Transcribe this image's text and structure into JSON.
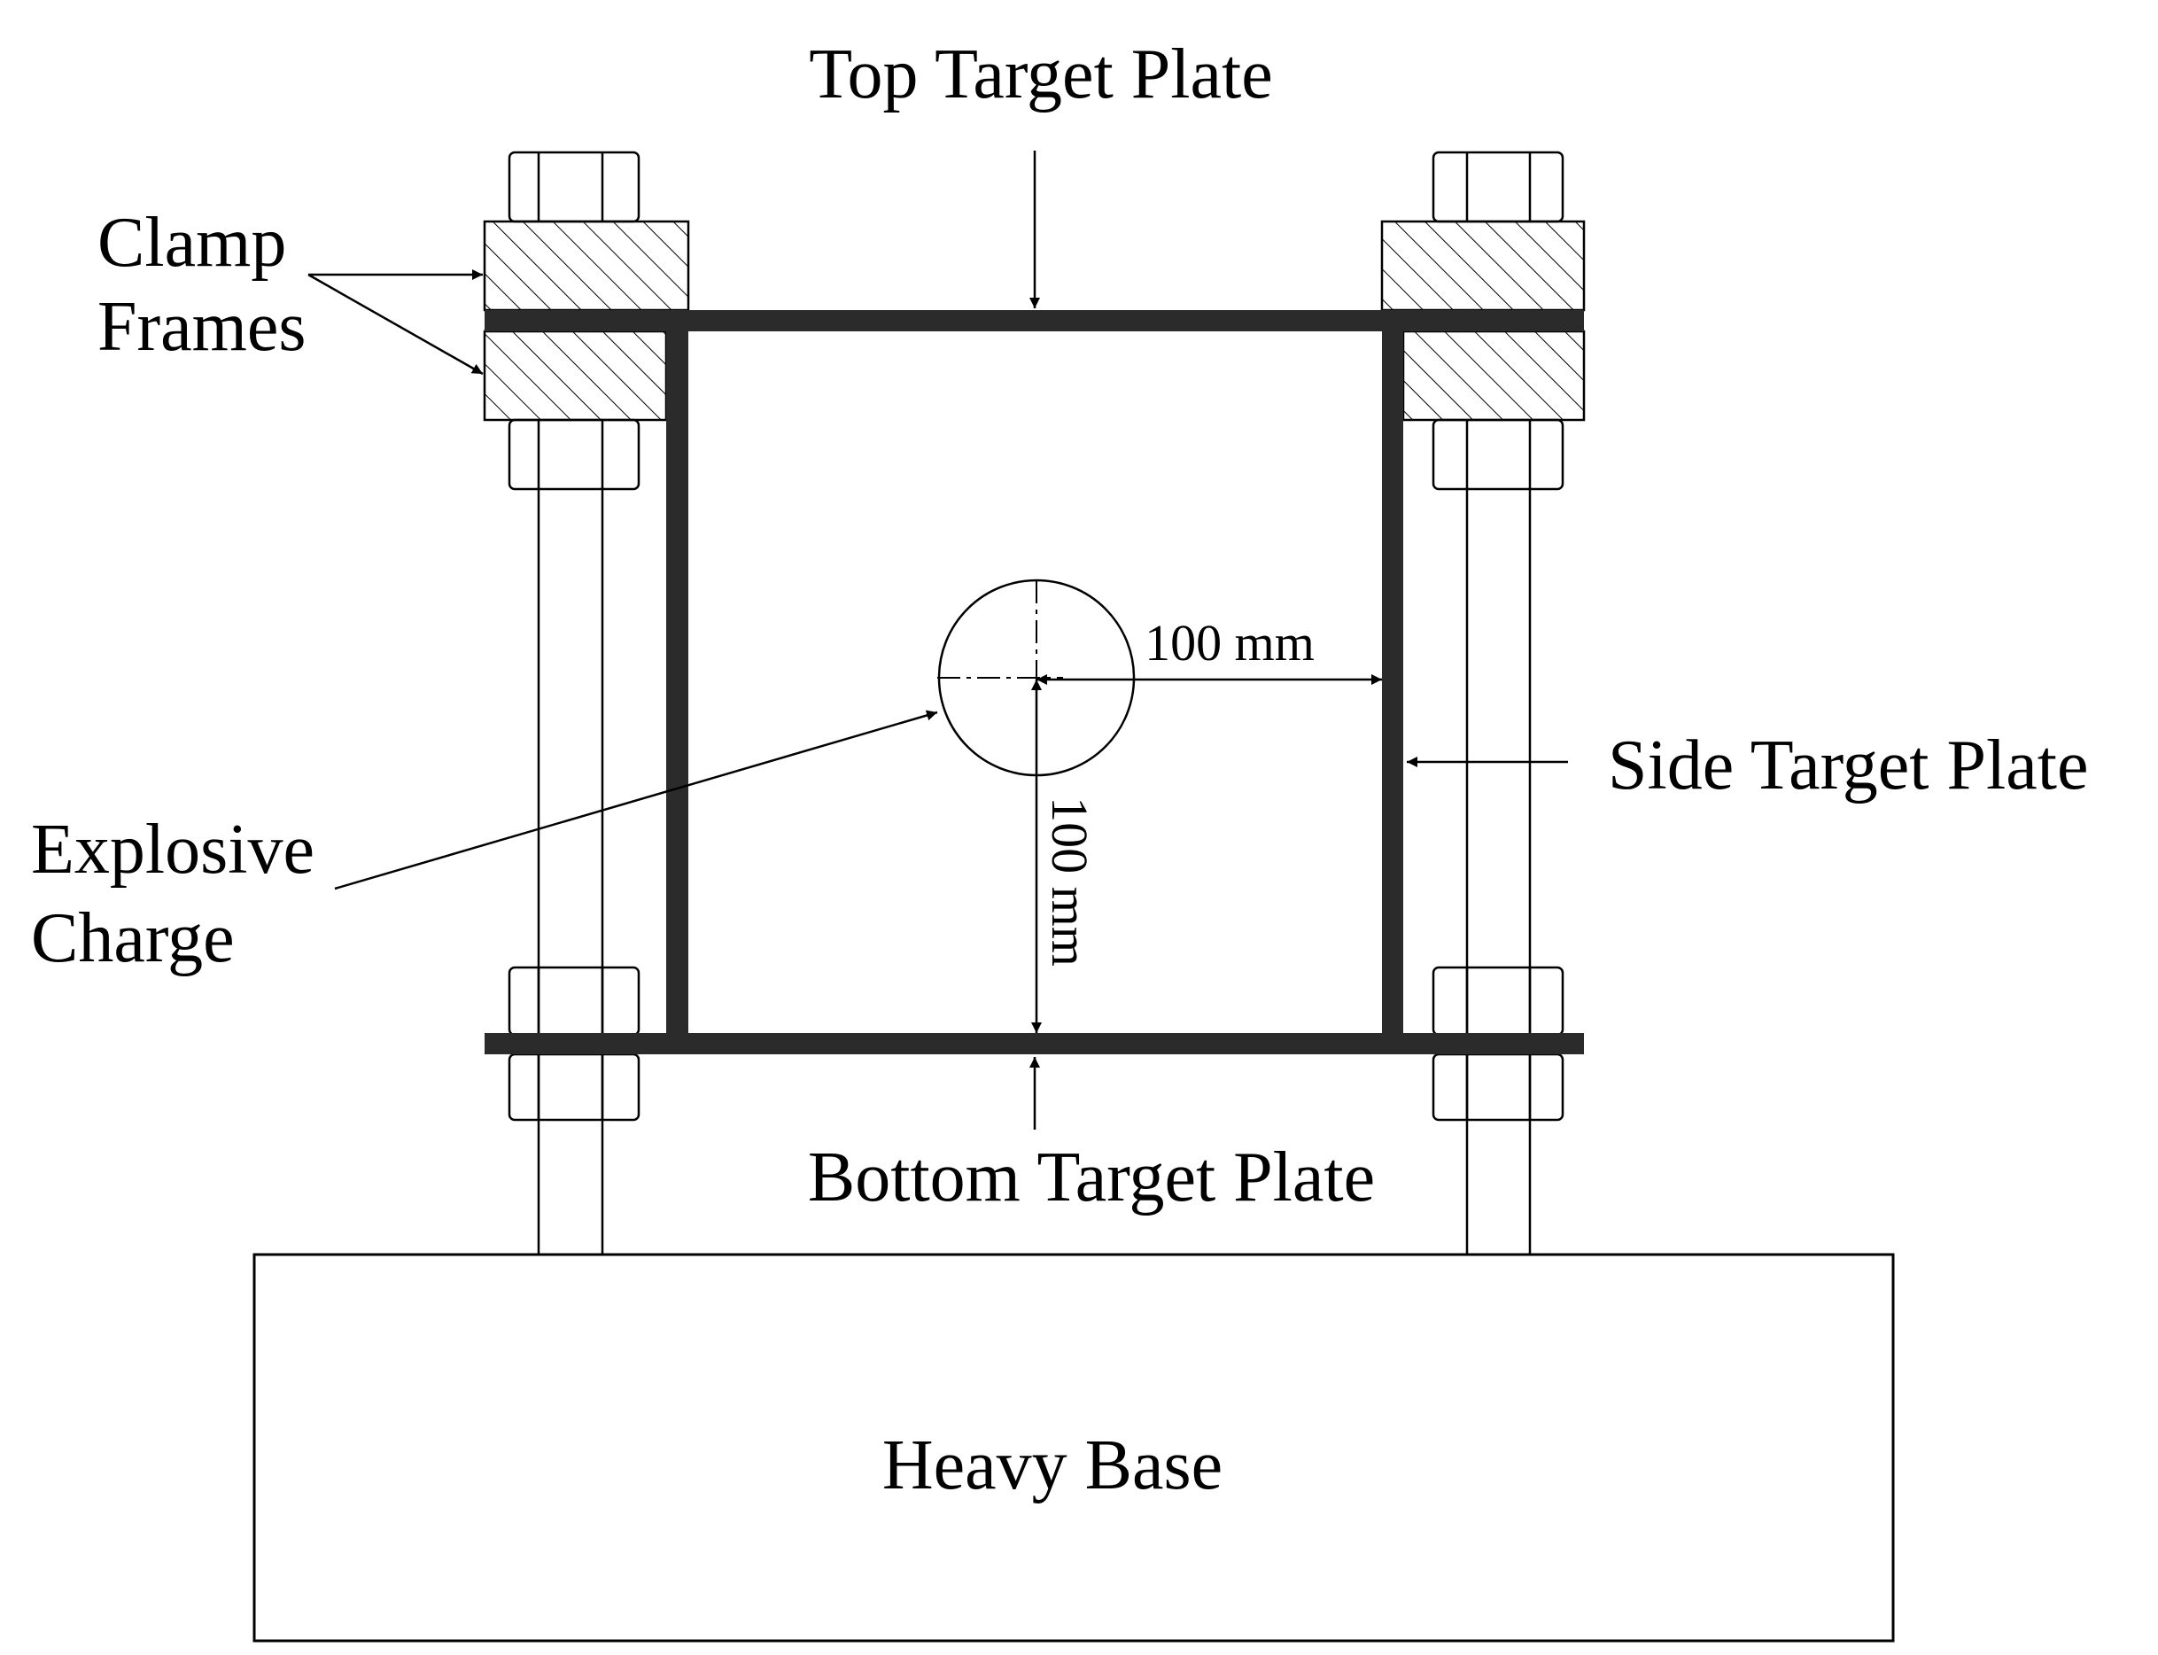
{
  "labels": {
    "top_target_plate": "Top Target Plate",
    "clamp_frames_line1": "Clamp",
    "clamp_frames_line2": "Frames",
    "side_target_plate": "Side Target Plate",
    "explosive_charge_line1": "Explosive",
    "explosive_charge_line2": "Charge",
    "bottom_target_plate": "Bottom Target Plate",
    "heavy_base": "Heavy Base"
  },
  "dimensions": {
    "horizontal": "100 mm",
    "vertical": "100 mm"
  },
  "colors": {
    "plate": "#2b2b2b",
    "line": "#000000",
    "background": "#ffffff"
  }
}
